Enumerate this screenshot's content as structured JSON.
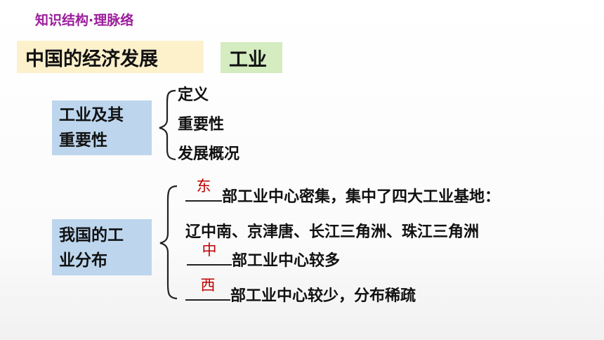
{
  "section_title": "知识结构·理脉络",
  "topic": "中国的经济发展",
  "subtopic": "工业",
  "group1": {
    "label_line1": "工业及其",
    "label_line2": "重要性",
    "items": [
      "定义",
      "重要性",
      "发展概况"
    ]
  },
  "group2": {
    "label_line1": "我国的工",
    "label_line2": "业分布",
    "row1": {
      "answer": "东",
      "text": "部工业中心密集，集中了四大工业基地："
    },
    "row2": {
      "text": "辽中南、京津唐、长江三角洲、珠江三角洲"
    },
    "row3": {
      "answer": "中",
      "text": "部工业中心较多"
    },
    "row4": {
      "answer": "西",
      "text": "部工业中心较少，分布稀疏"
    }
  },
  "colors": {
    "section_title": "#9b1d9b",
    "topic_box": "#fdf1cc",
    "subtopic_box": "#d4ecc0",
    "category_box": "#bdd6ee",
    "answer": "#c00000"
  }
}
